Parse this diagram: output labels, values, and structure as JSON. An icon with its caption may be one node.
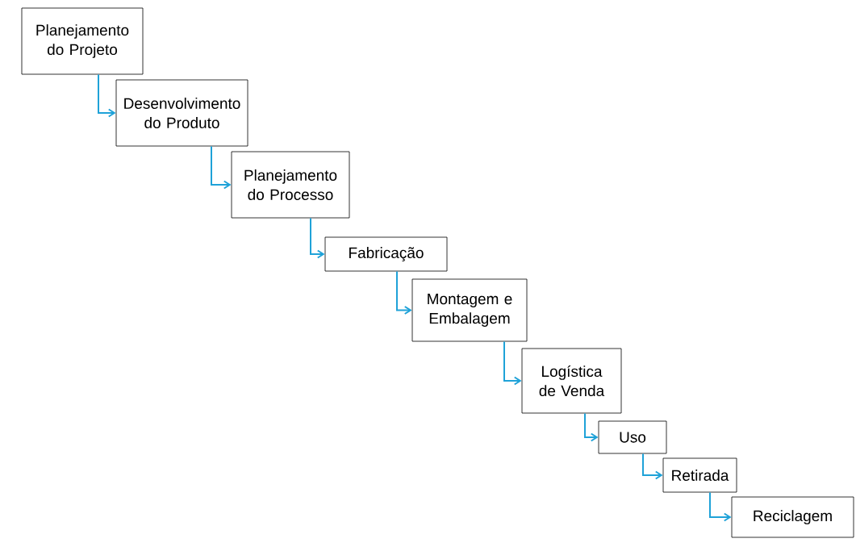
{
  "diagram": {
    "nodes": [
      {
        "text": [
          "Planejamento do Projeto"
        ]
      },
      {
        "text": [
          "Desenvolvimento do Produto"
        ]
      },
      {
        "text": [
          "Planejamento do Processo"
        ]
      },
      {
        "text": [
          "Fabricação"
        ]
      },
      {
        "text": [
          "Montagem e Embalagem"
        ]
      },
      {
        "text": [
          "Logística de Venda"
        ]
      },
      {
        "text": [
          "Uso"
        ]
      },
      {
        "text": [
          "Retirada"
        ]
      },
      {
        "text": [
          "Reciclagem"
        ]
      }
    ],
    "edges": [
      {
        "from": 0,
        "to": 1,
        "arrow": "to"
      },
      {
        "from": 1,
        "to": 2,
        "arrow": "to"
      },
      {
        "from": 2,
        "to": 3,
        "arrow": "to"
      },
      {
        "from": 3,
        "to": 4,
        "arrow": "to"
      },
      {
        "from": 4,
        "to": 5,
        "arrow": "to"
      },
      {
        "from": 5,
        "to": 6,
        "arrow": "to"
      },
      {
        "from": 6,
        "to": 7,
        "arrow": "to"
      },
      {
        "from": 7,
        "to": 8,
        "arrow": "to"
      }
    ]
  }
}
